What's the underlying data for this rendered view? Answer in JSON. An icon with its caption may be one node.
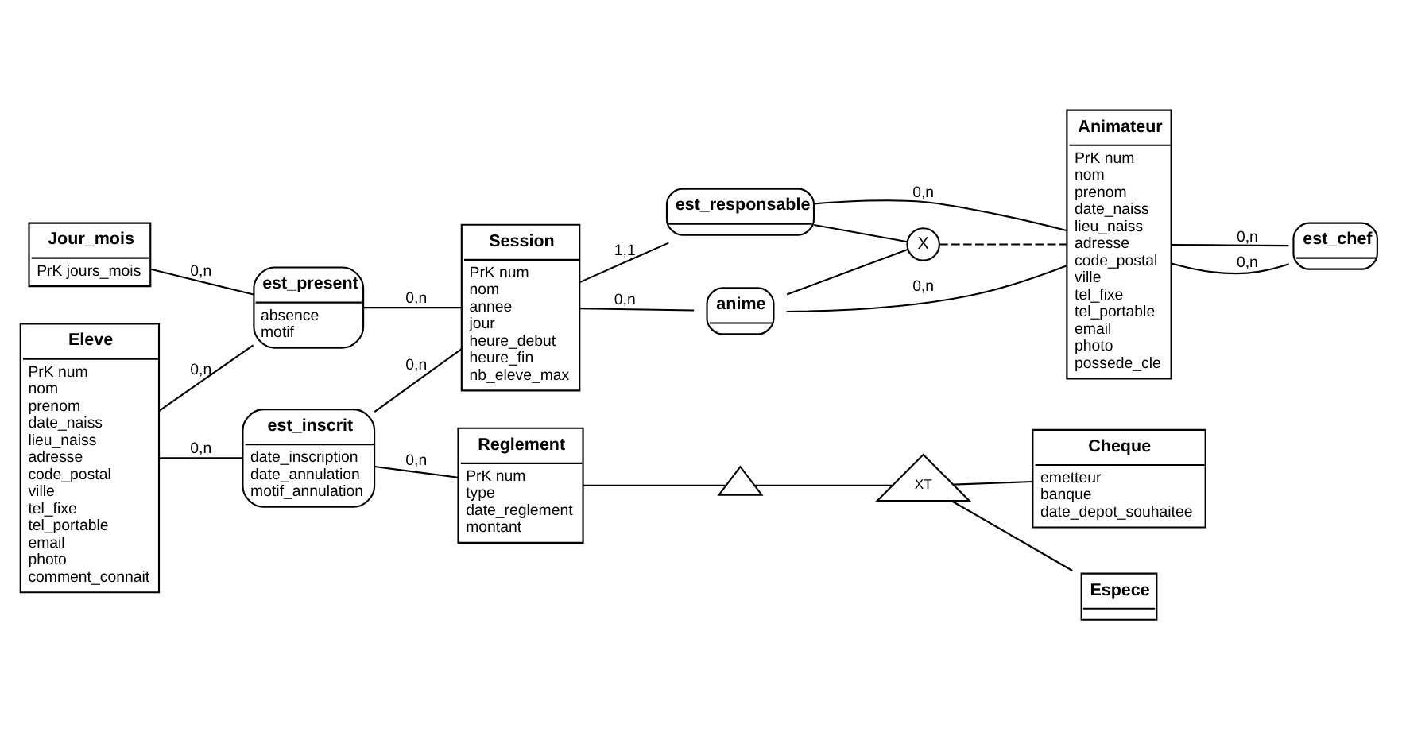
{
  "diagram": {
    "nodes": [
      {
        "text": [
          "Jour_mois",
          "PrK jours_mois"
        ]
      },
      {
        "text": [
          "Eleve",
          "PrK num",
          "nom",
          "prenom",
          "date_naiss",
          "lieu_naiss",
          "adresse",
          "code_postal",
          "ville",
          "tel_fixe",
          "tel_portable",
          "email",
          "photo",
          "comment_connait"
        ]
      },
      {
        "text": [
          "est_present",
          "absence",
          "motif"
        ]
      },
      {
        "text": [
          "Session",
          "PrK num",
          "nom",
          "annee",
          "jour",
          "heure_debut",
          "heure_fin",
          "nb_eleve_max"
        ]
      },
      {
        "text": [
          "est_responsable"
        ]
      },
      {
        "text": [
          "Animateur",
          "PrK num",
          "nom",
          "prenom",
          "date_naiss",
          "lieu_naiss",
          "adresse",
          "code_postal",
          "ville",
          "tel_fixe",
          "tel_portable",
          "email",
          "photo",
          "possede_cle"
        ]
      },
      {
        "text": [
          "X"
        ]
      },
      {
        "text": [
          "est_inscrit",
          "date_inscription",
          "date_annulation",
          "motif_annulation"
        ]
      },
      {
        "text": [
          "anime"
        ]
      },
      {
        "text": [
          "est_chef"
        ]
      },
      {
        "text": [
          "Reglement",
          "PrK num",
          "type",
          "date_reglement",
          "montant"
        ]
      },
      {
        "text": [],
        "shape": "triangle"
      },
      {
        "text": [
          "XT"
        ]
      },
      {
        "text": [
          "Cheque",
          "emetteur",
          "banque",
          "date_depot_souhaitee"
        ]
      },
      {
        "text": [
          "Espece"
        ]
      }
    ],
    "edges": [
      {
        "from": 0,
        "to": 2,
        "arrow": "none",
        "label": "0,n"
      },
      {
        "from": 1,
        "to": 2,
        "arrow": "none",
        "label": "0,n"
      },
      {
        "from": 2,
        "to": 3,
        "arrow": "none",
        "label": "0,n"
      },
      {
        "from": 1,
        "to": 7,
        "arrow": "none",
        "label": "0,n"
      },
      {
        "from": 7,
        "to": 3,
        "arrow": "none",
        "label": "0,n"
      },
      {
        "from": 7,
        "to": 10,
        "arrow": "none",
        "label": "0,n"
      },
      {
        "from": 3,
        "to": 4,
        "arrow": "none",
        "label": "1,1"
      },
      {
        "from": 4,
        "to": 5,
        "arrow": "none",
        "label": "0,n"
      },
      {
        "from": 3,
        "to": 8,
        "arrow": "none",
        "label": "0,n"
      },
      {
        "from": 8,
        "to": 5,
        "arrow": "none",
        "label": "0,n"
      },
      {
        "from": 4,
        "to": 6,
        "arrow": "none"
      },
      {
        "from": 8,
        "to": 6,
        "arrow": "none"
      },
      {
        "from": 6,
        "to": 5,
        "arrow": "none",
        "style": "dashed"
      },
      {
        "from": 5,
        "to": 9,
        "arrow": "none",
        "label": "0,n"
      },
      {
        "from": 5,
        "to": 9,
        "arrow": "none",
        "label": "0,n"
      },
      {
        "from": 10,
        "to": 11,
        "arrow": "none"
      },
      {
        "from": 11,
        "to": 12,
        "arrow": "none"
      },
      {
        "from": 12,
        "to": 13,
        "arrow": "none"
      },
      {
        "from": 12,
        "to": 14,
        "arrow": "none"
      }
    ]
  }
}
